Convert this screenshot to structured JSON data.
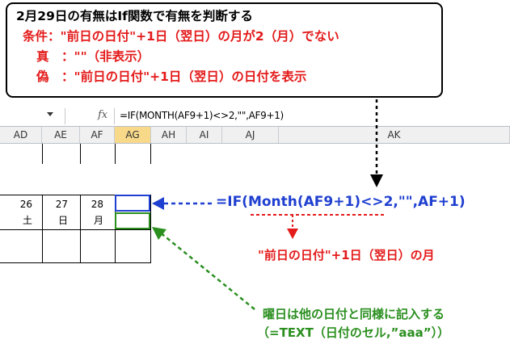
{
  "callout": {
    "line1": "2月29日の有無はIf関数で有無を判断する",
    "line2": "条件：\"前日の日付\"+1日（翌日）の月が2（月）でない",
    "line3": "真　：\"\"（非表示）",
    "line4": "偽　：\"前日の日付\"+1日（翌日）の日付を表示"
  },
  "formula_bar": {
    "fx_label": "fx",
    "formula": "=IF(MONTH(AF9+1)<>2,\"\",AF9+1)"
  },
  "columns": [
    "AD",
    "AE",
    "AF",
    "AG",
    "AH",
    "AI",
    "AJ",
    "AK"
  ],
  "selected_column": "AG",
  "cells": {
    "ad_day": "26",
    "ad_weekday": "土",
    "ae_day": "27",
    "ae_weekday": "日",
    "af_day": "28",
    "af_weekday": "月"
  },
  "annotations": {
    "formula": "=IF(Month(AF9+1)<>2,\"\",AF+1)",
    "condition_label": "\"前日の日付\"+1日（翌日）の月",
    "weekday_line1": "曜日は他の日付と同様に記入する",
    "weekday_line2": "（=TEXT（日付のセル,”aaa”））"
  },
  "colors": {
    "red": "#e41b1b",
    "blue": "#1f3fd0",
    "green": "#2a8f1f",
    "selected_header": "#f8d98a"
  }
}
